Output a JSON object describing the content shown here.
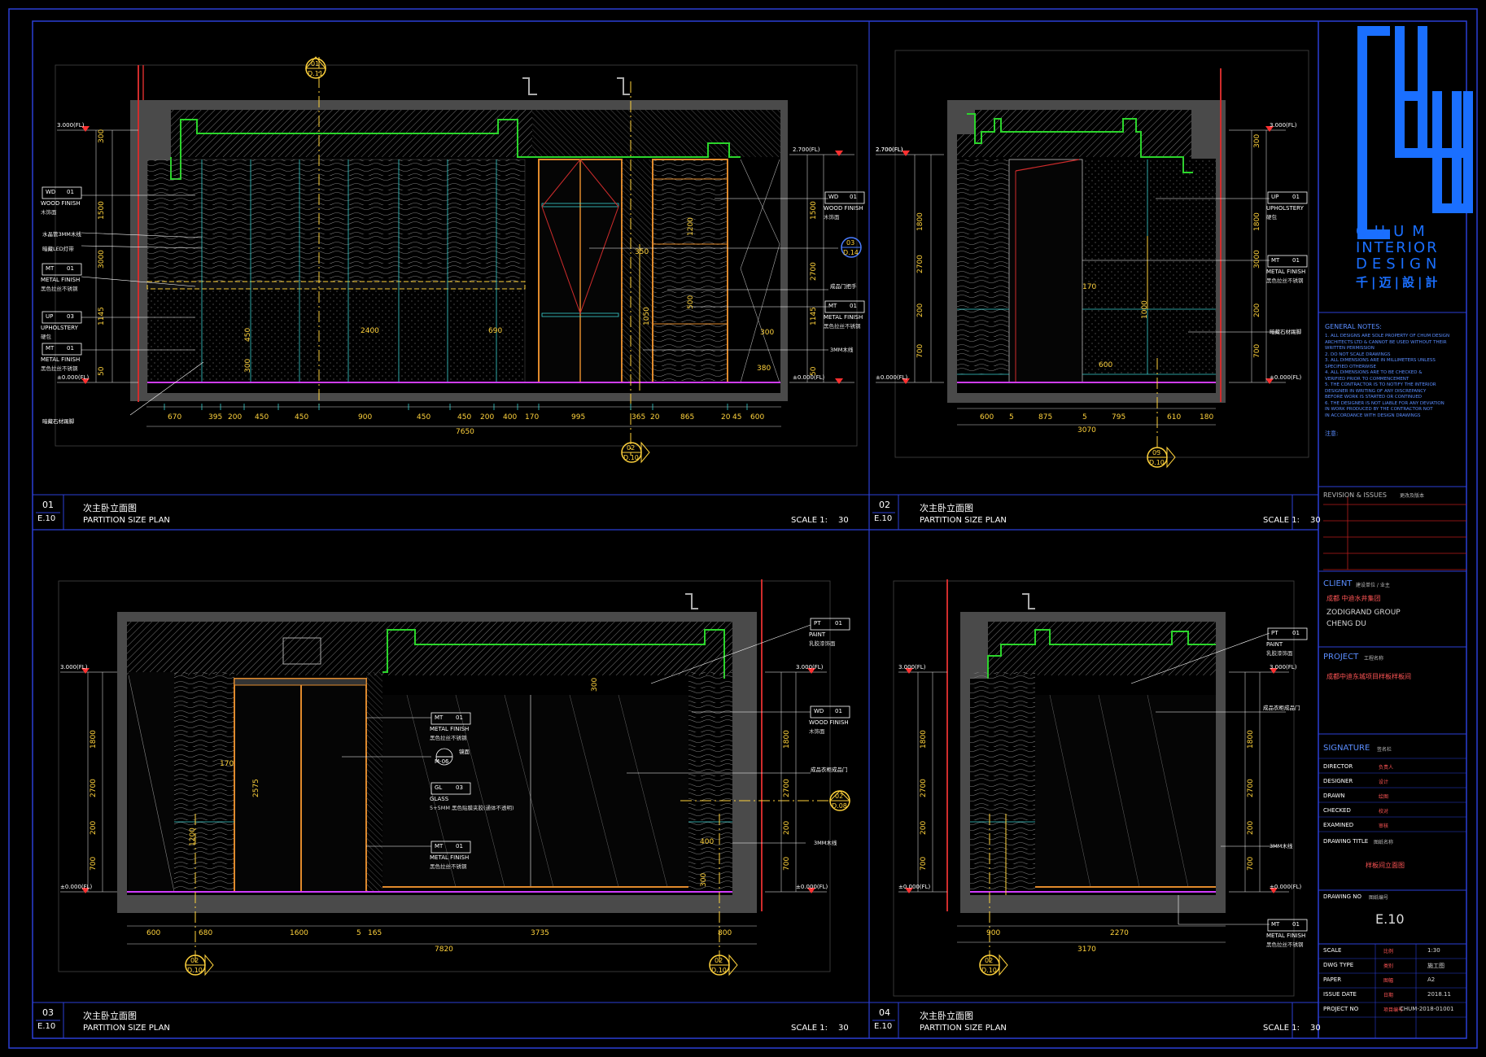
{
  "colors": {
    "frame": "#2b3fd6",
    "wall": "#555555",
    "hatch": "#808080",
    "green": "#2bd52b",
    "yellow": "#ffd23c",
    "cyan": "#39d0d0",
    "red": "#ff3b3b",
    "orange": "#e08a2c",
    "magenta": "#d03cff",
    "white": "#ffffff"
  },
  "logo": {
    "brand": "CHUM",
    "line2": "INTERIOR",
    "line3": "DESIGN",
    "chinese": "千|迈|設|計",
    "color": "#1a6fff"
  },
  "title_block": {
    "general_notes_label": "GENERAL NOTES:",
    "general_notes": [
      "1. ALL DESIGNS ARE SOLE PROPERTY OF CHUM DESIGN",
      "   ARCHITECTS LTD & CANNOT BE USED WITHOUT THEIR",
      "   WRITTEN PERMISSION",
      "2. DO NOT SCALE DRAWINGS",
      "3. ALL DIMENSIONS ARE IN MILLIMETERS UNLESS",
      "   SPECIFIED OTHERWISE",
      "4. ALL DIMENSIONS ARE TO BE CHECKED &",
      "   VERIFIED PRIOR TO COMMENCEMENT",
      "5. THE CONTRACTOR IS TO NOTIFY THE INTERIOR",
      "   DESIGNER IN WRITING OF ANY DISCREPANCY",
      "   BEFORE WORK IS STARTED OR CONTINUED",
      "6. THE DESIGNER IS NOT LIABLE FOR ANY DEVIATION",
      "   IN WORK PRODUCED BY THE CONTRACTOR NOT",
      "   IN ACCORDANCE WITH DESIGN DRAWINGS"
    ],
    "cn_notes_label": "注意:",
    "revision_label": "REVISION & ISSUES",
    "revision_cn": "更改及版本",
    "client_label": "CLIENT",
    "client_cn_label": "建设单位 / 业主",
    "client_cn": "成都 中迪水井集团",
    "client_en1": "ZODIGRAND GROUP",
    "client_en2": "CHENG DU",
    "project_label": "PROJECT",
    "project_cn_label": "工程名称",
    "project_name": "成都中迪东城项目样板样板间",
    "signature_label": "SIGNATURE",
    "signature_cn": "签名栏",
    "sign_rows": [
      {
        "label": "DIRECTOR",
        "cn": "负责人"
      },
      {
        "label": "DESIGNER",
        "cn": "设计"
      },
      {
        "label": "DRAWN",
        "cn": "绘图"
      },
      {
        "label": "CHECKED",
        "cn": "校对"
      },
      {
        "label": "EXAMINED",
        "cn": "审核"
      }
    ],
    "drawing_title_label": "DRAWING TITLE",
    "drawing_title_cn_label": "图纸名称",
    "drawing_title": "样板间立面图",
    "drawing_no_label": "DRAWING NO",
    "drawing_no_cn": "图纸编号",
    "drawing_no": "E.10",
    "info_rows": [
      {
        "label": "SCALE",
        "cn": "比例",
        "value": "1:30"
      },
      {
        "label": "DWG TYPE",
        "cn": "类别",
        "value": "施工图"
      },
      {
        "label": "PAPER",
        "cn": "图幅",
        "value": "A2"
      },
      {
        "label": "ISSUE DATE",
        "cn": "日期",
        "value": "2018.11"
      },
      {
        "label": "PROJECT NO",
        "cn": "项目编号",
        "value": "CHUM-2018-01001"
      }
    ]
  },
  "views": [
    {
      "num": "01",
      "sheet": "E.10",
      "title_cn": "次主卧立面图",
      "title_en": "PARTITION SIZE PLAN",
      "scale_label": "SCALE 1:",
      "scale": "30"
    },
    {
      "num": "02",
      "sheet": "E.10",
      "title_cn": "次主卧立面图",
      "title_en": "PARTITION SIZE PLAN",
      "scale_label": "SCALE 1:",
      "scale": "30"
    },
    {
      "num": "03",
      "sheet": "E.10",
      "title_cn": "次主卧立面图",
      "title_en": "PARTITION SIZE PLAN",
      "scale_label": "SCALE 1:",
      "scale": "30"
    },
    {
      "num": "04",
      "sheet": "E.10",
      "title_cn": "次主卧立面图",
      "title_en": "PARTITION SIZE PLAN",
      "scale_label": "SCALE 1:",
      "scale": "30"
    }
  ],
  "v1": {
    "levels": [
      "3.000(FL)",
      "2.700(FL)",
      "±0.000(FL)"
    ],
    "left_dims": [
      "300",
      "1500",
      "3000",
      "1145",
      "50"
    ],
    "inner_dims": [
      "450",
      "300",
      "2400",
      "690",
      "350",
      "1200",
      "500",
      "1050",
      "300",
      "380"
    ],
    "right_dims": [
      "1500",
      "2700",
      "1145",
      "50"
    ],
    "bottom_dims": [
      "670",
      "395",
      "200",
      "450",
      "450",
      "900",
      "450",
      "450",
      "200",
      "400",
      "170",
      "995",
      "365",
      "20",
      "865",
      "20",
      "45",
      "600"
    ],
    "total": "7650",
    "tags_left": [
      {
        "code": "WD",
        "num": "01",
        "cn": "WOOD FINISH",
        "cn2": "木饰面"
      },
      {
        "code": "UP",
        "num": "03",
        "cn": "UPHOLSTERY",
        "cn2": "硬包"
      },
      {
        "code": "MT",
        "num": "01",
        "cn": "METAL FINISH",
        "cn2": "黑色拉丝不锈钢"
      },
      {
        "code": "MT",
        "num": "01",
        "cn": "METAL FINISH",
        "cn2": "黑色拉丝不锈钢"
      }
    ],
    "notes_left": [
      "水晶管3MM木线",
      "暗藏LED灯带",
      "暗藏石材踢脚"
    ],
    "tags_right": [
      {
        "code": "WD",
        "num": "01",
        "cn": "WOOD FINISH",
        "cn2": "木饰面"
      },
      {
        "code": "MT",
        "num": "01",
        "cn": "METAL FINISH",
        "cn2": "黑色拉丝不锈钢"
      }
    ],
    "notes_right": [
      "成品门把手",
      "3MM木线"
    ],
    "callout_top": {
      "a": "01",
      "b": "D.11"
    },
    "callout_mid": {
      "a": "03",
      "b": "D.14"
    },
    "callout_bot": {
      "a": "02",
      "b": "D.10"
    }
  },
  "v2": {
    "levels": [
      "3.000(FL)",
      "2.700(FL)",
      "±0.000(FL)"
    ],
    "left_dims": [
      "1800",
      "2700",
      "200",
      "700"
    ],
    "right_dims": [
      "300",
      "1800",
      "3000",
      "200",
      "700"
    ],
    "inner_dims": [
      "170",
      "1000",
      "600"
    ],
    "bottom_dims": [
      "600",
      "5",
      "875",
      "5",
      "795",
      "610",
      "180"
    ],
    "total": "3070",
    "tags_right": [
      {
        "code": "UP",
        "num": "01",
        "cn": "UPHOLSTERY",
        "cn2": "硬包"
      },
      {
        "code": "MT",
        "num": "01",
        "cn": "METAL FINISH",
        "cn2": "黑色拉丝不锈钢"
      }
    ],
    "notes_right": [
      "暗藏石材踢脚"
    ],
    "callout_bot": {
      "a": "03",
      "b": "D.10"
    }
  },
  "v3": {
    "levels": [
      "3.000(FL)",
      "±0.000(FL)"
    ],
    "left_dims": [
      "1800",
      "2700",
      "200",
      "700"
    ],
    "right_dims": [
      "1800",
      "2700",
      "200",
      "700"
    ],
    "inner_dims": [
      "300",
      "170",
      "2575",
      "1200",
      "400",
      "300"
    ],
    "bottom_dims": [
      "600",
      "680",
      "1600",
      "5",
      "165",
      "3735",
      "800"
    ],
    "total": "7820",
    "tags_right": [
      {
        "code": "PT",
        "num": "01",
        "cn": "PAINT",
        "cn2": "乳胶漆饰面"
      },
      {
        "code": "WD",
        "num": "01",
        "cn": "WOOD FINISH",
        "cn2": "木饰面"
      }
    ],
    "tags_mid": [
      {
        "code": "MT",
        "num": "01",
        "cn": "METAL FINISH",
        "cn2": "黑色拉丝不锈钢"
      },
      {
        "code": "GL",
        "num": "03",
        "cn": "GLASS",
        "cn2": "5+5MM 黑色贴膜夹胶(通体不透明)"
      },
      {
        "code": "MT",
        "num": "01",
        "cn": "METAL FINISH",
        "cn2": "黑色拉丝不锈钢"
      }
    ],
    "mirror_tag": {
      "a": "M-06",
      "b": "镜面"
    },
    "notes_right": [
      "成品衣柜成品门",
      "3MM木线"
    ],
    "callout_right": {
      "a": "02",
      "b": "D.08"
    },
    "callout_bot_l": {
      "a": "02",
      "b": "D.10"
    },
    "callout_bot_r": {
      "a": "02",
      "b": "D.10"
    }
  },
  "v4": {
    "levels": [
      "3.000(FL)",
      "±0.000(FL)"
    ],
    "left_dims": [
      "1800",
      "2700",
      "200",
      "700"
    ],
    "right_dims": [
      "1800",
      "2700",
      "200",
      "700"
    ],
    "bottom_dims": [
      "900",
      "2270"
    ],
    "total": "3170",
    "tags_right": [
      {
        "code": "PT",
        "num": "01",
        "cn": "PAINT",
        "cn2": "乳胶漆饰面"
      },
      {
        "code": "MT",
        "num": "01",
        "cn": "METAL FINISH",
        "cn2": "黑色拉丝不锈钢"
      }
    ],
    "notes_right": [
      "成品衣柜成品门",
      "3MM木线"
    ],
    "callout_bot": {
      "a": "02",
      "b": "D.10"
    }
  }
}
